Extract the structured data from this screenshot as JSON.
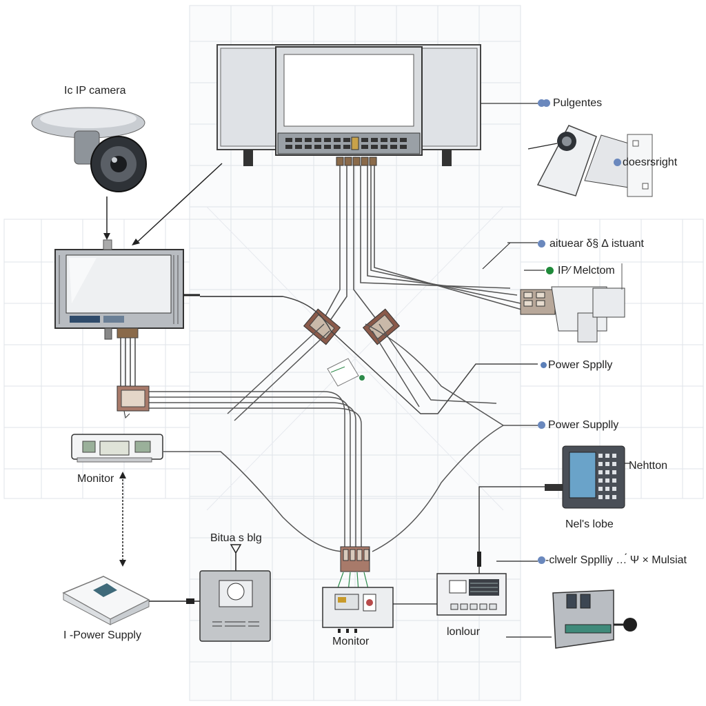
{
  "labels": {
    "ip_camera": "Ic IP camera",
    "pulgentes": "Pulgentes",
    "doesnight": "doesrsright",
    "altuear": "aituear δ§ ∆ istuant",
    "ip_melctom": "IP⁄ Melctom",
    "power_supply_1": "Power Spplly",
    "power_supply_2": "Power Supplly",
    "nehtton": "Nehtton",
    "nels_lobe": "Nel's lobe",
    "clwer_supply": "-clwelr Spplliy …́ Ψ × Mulsiat",
    "monitor_left": "Monitor",
    "bitua_sbig": "Bitua s blg",
    "power_supply_bottom": "I -Power Supply",
    "monitor_bottom": "Monitor",
    "lonlour": "lonlour"
  },
  "colors": {
    "accent_dot": "#5b7fb8",
    "green_dot": "#1f8a3a",
    "line": "#333333",
    "grid": "#dde1e6"
  }
}
